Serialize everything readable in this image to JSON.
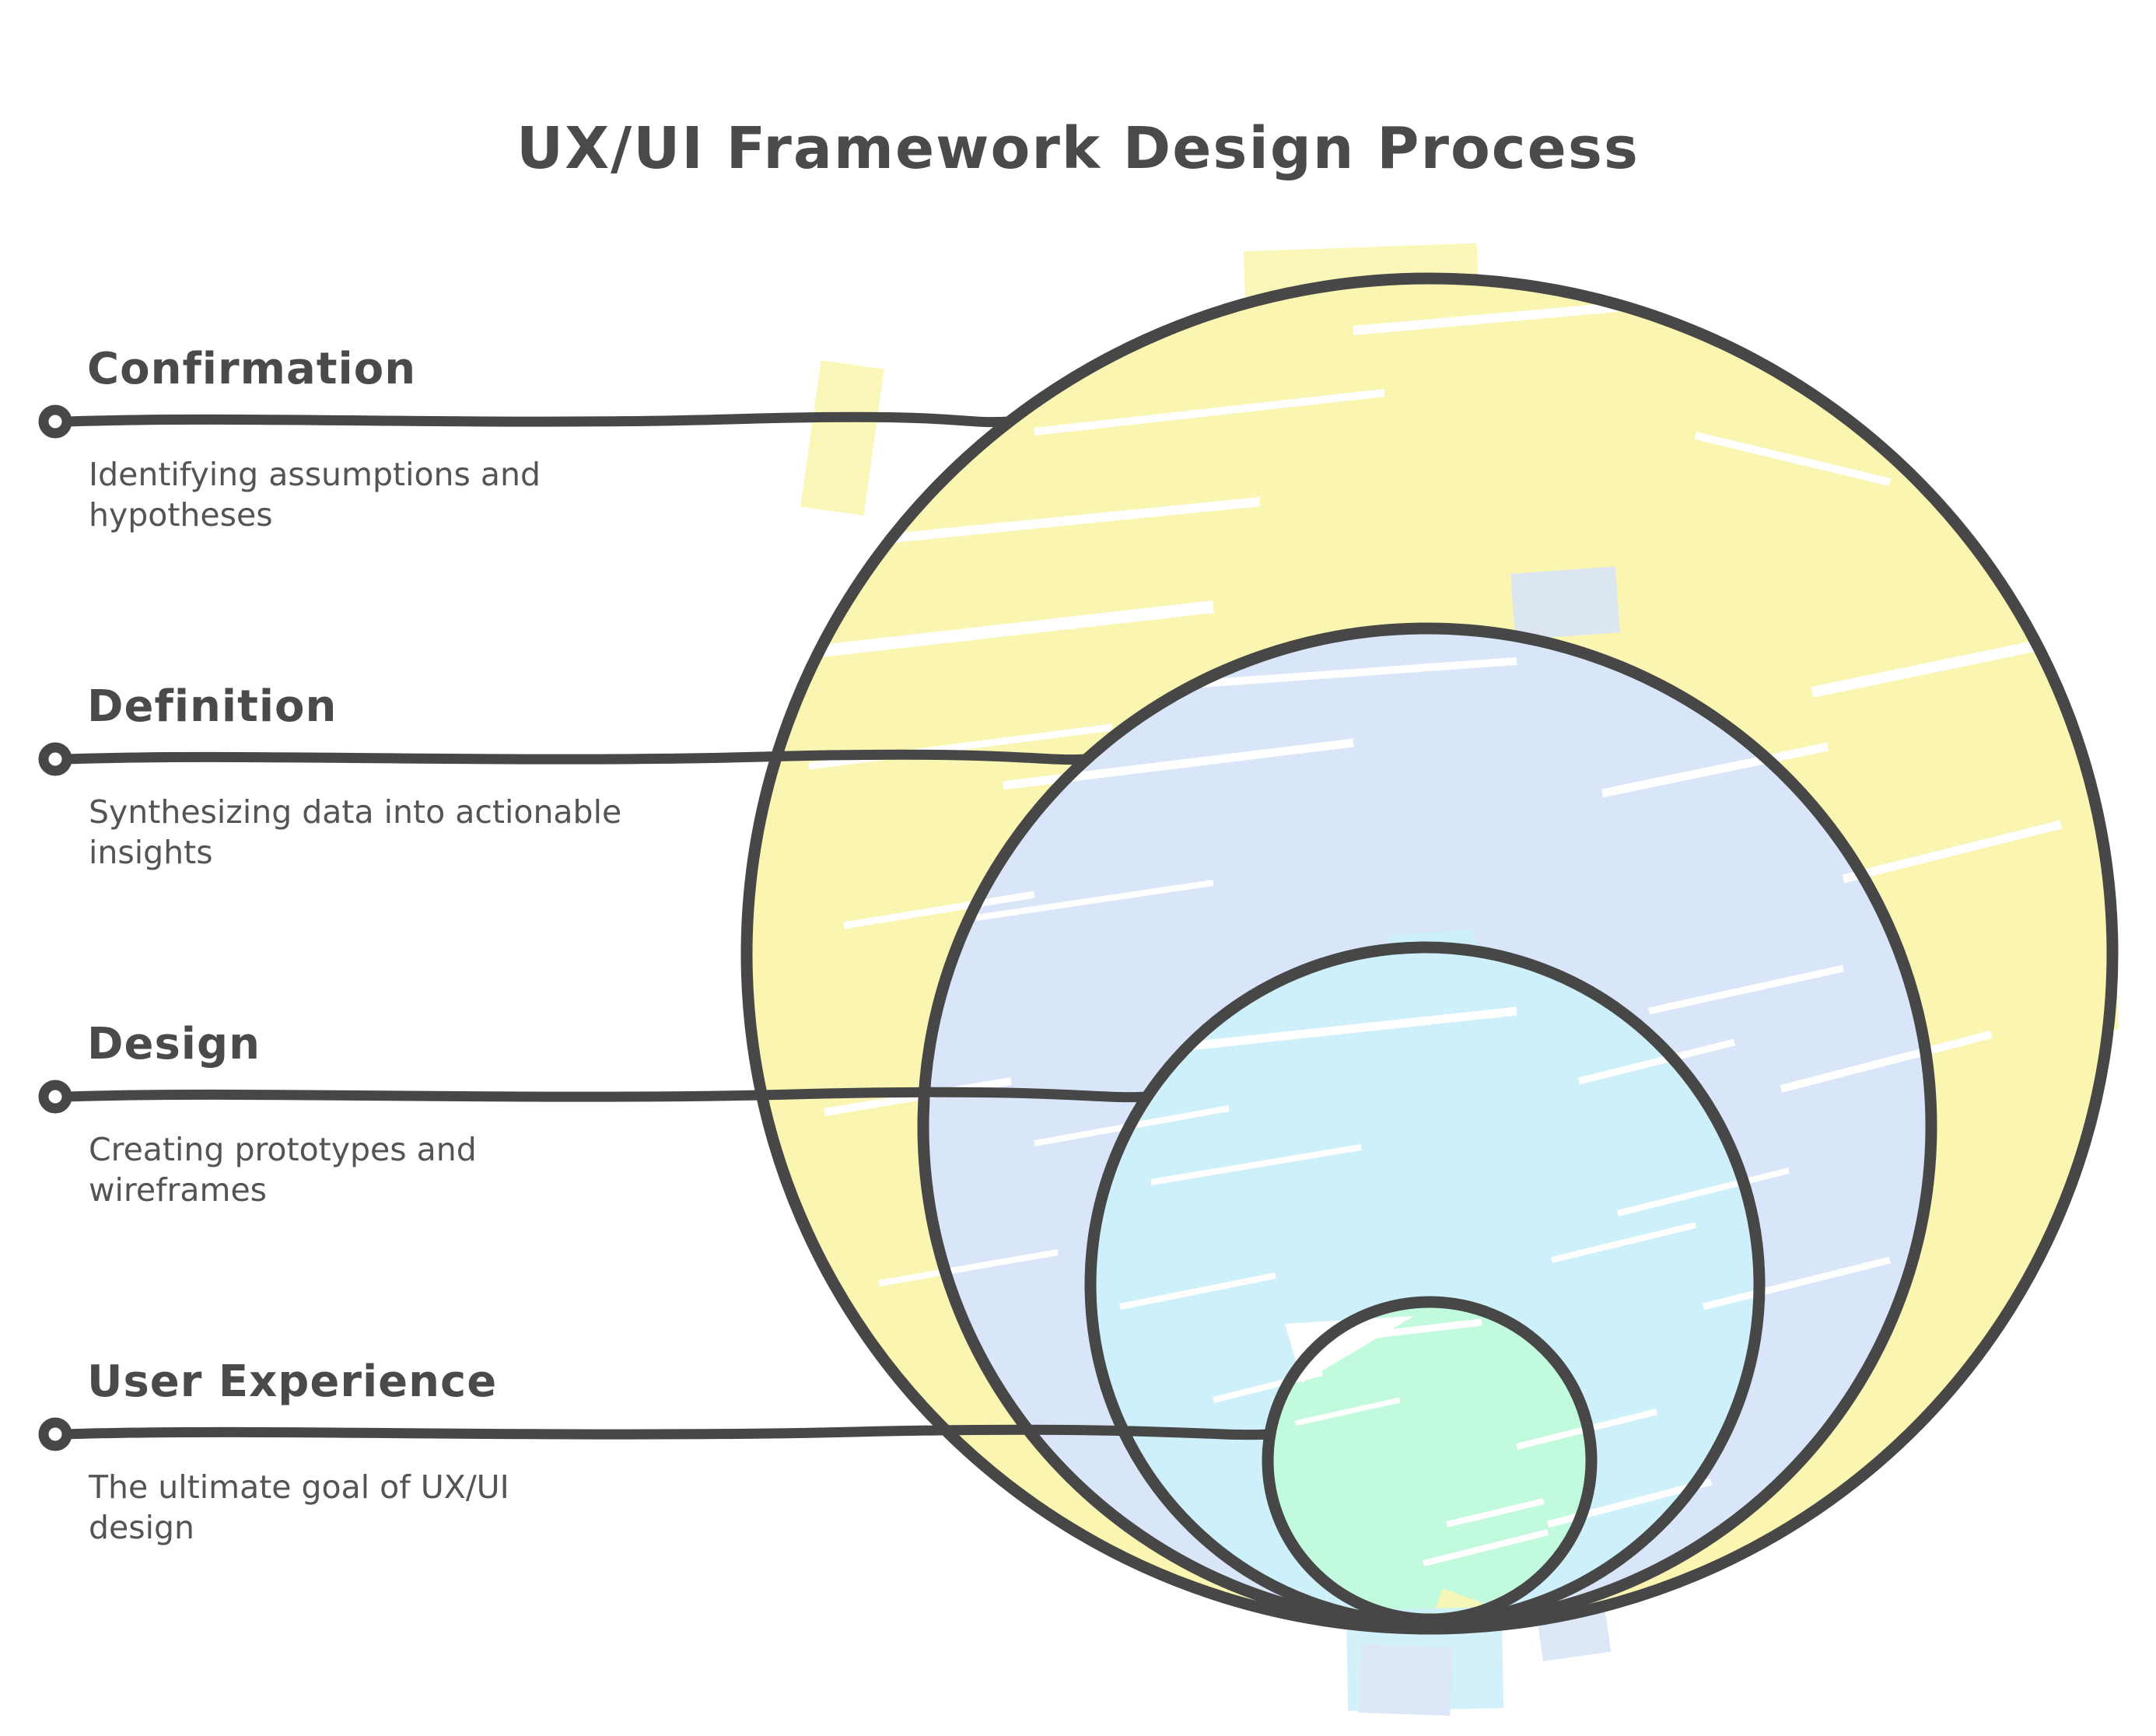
{
  "title": "UX/UI Framework Design Process",
  "stages": [
    {
      "label": "Confirmation",
      "description": [
        "Identifying assumptions and",
        "hypotheses"
      ],
      "color": "#faf6b1"
    },
    {
      "label": "Definition",
      "description": [
        "Synthesizing data into actionable",
        "insights"
      ],
      "color": "#d9e5f8"
    },
    {
      "label": "Design",
      "description": [
        "Creating prototypes and",
        "wireframes"
      ],
      "color": "#cdf0fa"
    },
    {
      "label": "User Experience",
      "description": [
        "The ultimate goal of UX/UI",
        "design"
      ],
      "color": "#c2fadd"
    }
  ],
  "colors": {
    "outline": "#474747",
    "text": "#4a4a4a",
    "marker_fill": "#ffffff"
  }
}
